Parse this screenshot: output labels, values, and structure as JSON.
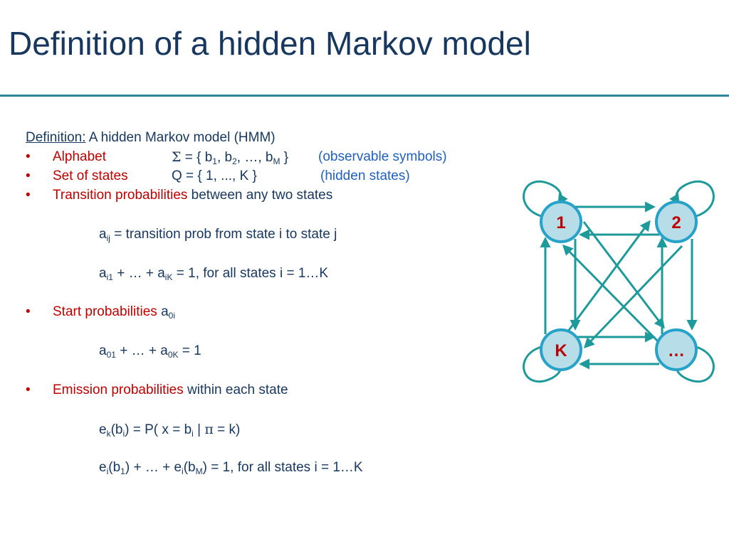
{
  "title": "Definition of a hidden Markov model",
  "definition": {
    "label": "Definition:",
    "text": " A hidden Markov model (HMM)"
  },
  "bullets": {
    "marker": "•",
    "alphabet": {
      "term": "Alphabet",
      "sigma": "Σ",
      "eq_open": " = { b",
      "s1": "1",
      "comma1": ", b",
      "s2": "2",
      "mid": ", …, b",
      "sM": "M",
      "eq_close": " }",
      "note": "(observable symbols)"
    },
    "states": {
      "term": "Set of states",
      "formula": "Q = { 1, ..., K }",
      "note": "(hidden states)"
    },
    "transition": {
      "term": "Transition probabilities",
      "rest": " between any two states",
      "f1": {
        "a": "a",
        "sub": "ij",
        "text": " = transition prob from state i to state j"
      },
      "f2": {
        "a1": "a",
        "sub1": "i1",
        "mid": " + … + a",
        "sub2": "iK",
        "text": " = 1,   for all states i = 1…K"
      }
    },
    "start": {
      "term": "Start probabilities",
      "a": " a",
      "sub": "0i",
      "f1": {
        "a1": "a",
        "sub1": "01",
        "mid": " + … + a",
        "sub2": "0K",
        "text": " = 1"
      }
    },
    "emission": {
      "term": "Emission probabilities",
      "rest": " within each state",
      "f1": {
        "e": "e",
        "sub1": "k",
        "p1": "(b",
        "sub2": "i",
        "p2": ") = P( x = b",
        "sub3": "i",
        "p3": " | ",
        "pi": "π",
        "p4": " = k)"
      },
      "f2": {
        "e1": "e",
        "sub1": "i",
        "p1": "(b",
        "sub2": "1",
        "p2": ") + … + e",
        "sub3": "i",
        "p3": "(b",
        "sub4": "M",
        "p4": ") = 1,   for all states i = 1…K"
      }
    }
  },
  "diagram": {
    "nodes": {
      "n1": "1",
      "n2": "2",
      "nK": "K",
      "nDots": "…"
    },
    "colors": {
      "edge": "#1e9a9a",
      "node_fill": "#b7dde8",
      "node_stroke": "#27a2c8",
      "node_text": "#c00000"
    }
  }
}
